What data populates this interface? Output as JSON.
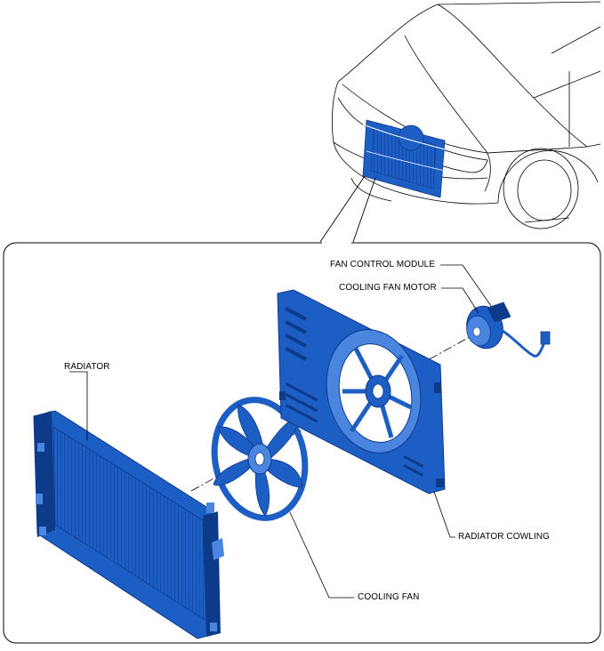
{
  "labels": {
    "fan_control_module": "FAN CONTROL MODULE",
    "cooling_fan_motor": "COOLING FAN MOTOR",
    "radiator": "RADIATOR",
    "radiator_cowling": "RADIATOR COWLING",
    "cooling_fan": "COOLING FAN"
  },
  "colors": {
    "part_fill": "#1d5ec4",
    "part_dark": "#0e3a8a",
    "part_light": "#4a86e0",
    "line": "#000000"
  }
}
